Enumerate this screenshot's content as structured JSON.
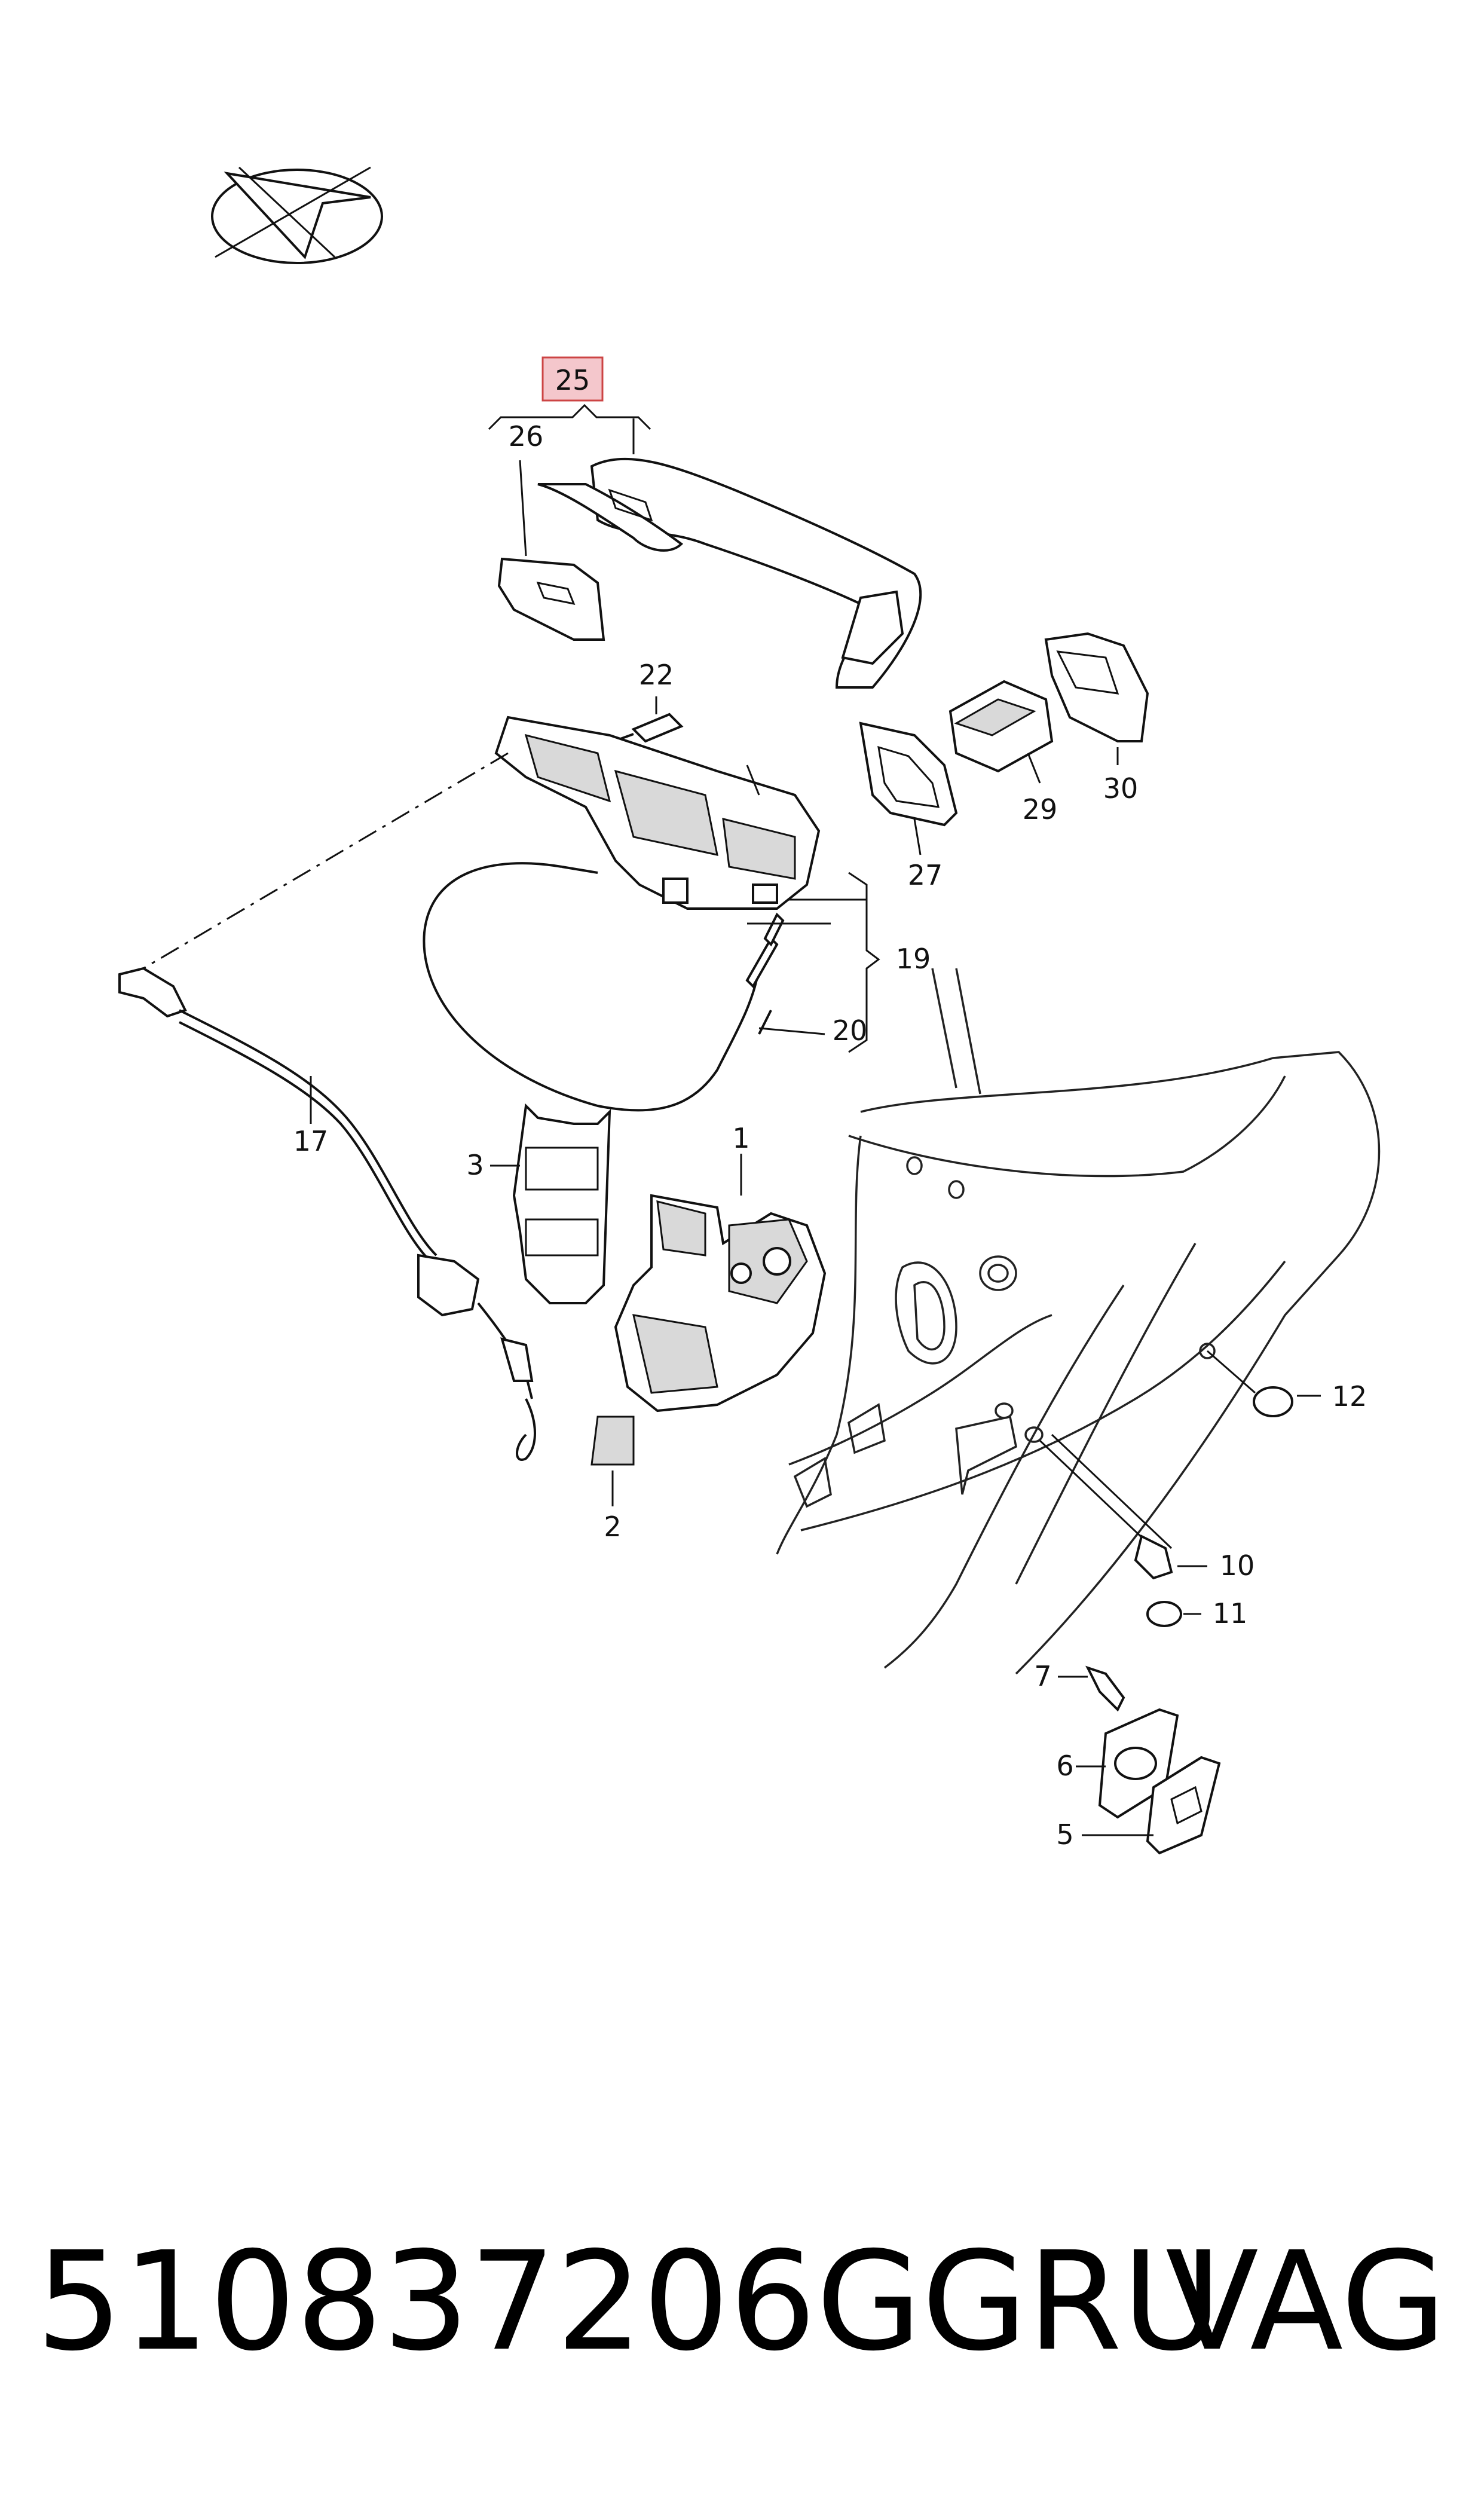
{
  "footer": {
    "part_number": "510837206GGRU",
    "brand": "VAG"
  },
  "callouts": {
    "c1": "1",
    "c2": "2",
    "c3": "3",
    "c5": "5",
    "c6": "6",
    "c7": "7",
    "c10": "10",
    "c11": "11",
    "c12": "12",
    "c17": "17",
    "c19": "19",
    "c20": "20",
    "c22": "22",
    "c25": "25",
    "c26": "26",
    "c27": "27",
    "c29": "29",
    "c30": "30"
  },
  "highlight_color": "#f4c7cc",
  "icons": [
    "direction-arrow-icon"
  ]
}
